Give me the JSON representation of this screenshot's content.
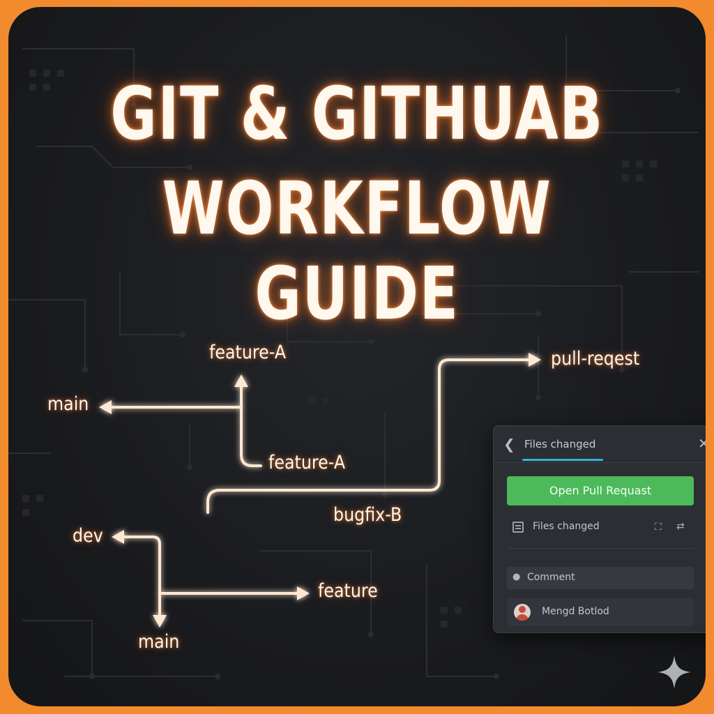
{
  "title": {
    "line1": "GIT & GITHUAB",
    "line2": "WORKFLOW GUIDE"
  },
  "branches": {
    "top_feature": "feature-A",
    "main_top": "main",
    "mid_feature": "feature-A",
    "pull_request": "pull-reqest",
    "bugfix": "bugfix-B",
    "dev": "dev",
    "feature": "feature",
    "main_bottom": "main"
  },
  "pr_panel": {
    "back_icon": "chevron-left-icon",
    "tab_label": "Files changed",
    "close_icon": "close-icon",
    "open_button_label": "Open Pull Requast",
    "files_row_label": "Files changed",
    "comment_label": "Comment",
    "user_name": "Mengd Botlod"
  },
  "colors": {
    "border": "#f28a2e",
    "background": "#1b1c1f",
    "glow": "#ff8c3a",
    "button_green": "#4cba5a",
    "tab_accent": "#33b5d6"
  }
}
